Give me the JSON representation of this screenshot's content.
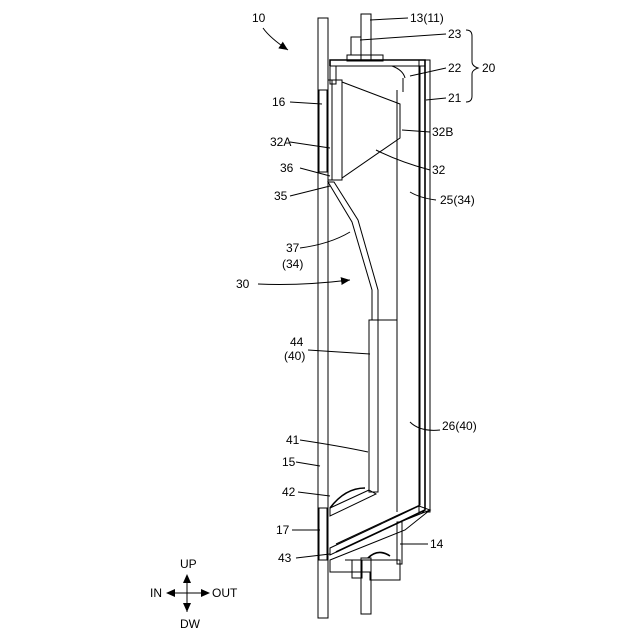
{
  "labels": {
    "l10": "10",
    "l13": "13(11)",
    "l23": "23",
    "l22": "22",
    "l20": "20",
    "l21": "21",
    "l16": "16",
    "l32A": "32A",
    "l32B": "32B",
    "l36": "36",
    "l32": "32",
    "l35": "35",
    "l25": "25(34)",
    "l37": "37",
    "l37b": "(34)",
    "l30": "30",
    "l44": "44",
    "l44b": "(40)",
    "l26": "26(40)",
    "l41": "41",
    "l15": "15",
    "l42": "42",
    "l17": "17",
    "l14": "14",
    "l43": "43"
  },
  "directions": {
    "up": "UP",
    "down": "DW",
    "in": "IN",
    "out": "OUT"
  }
}
